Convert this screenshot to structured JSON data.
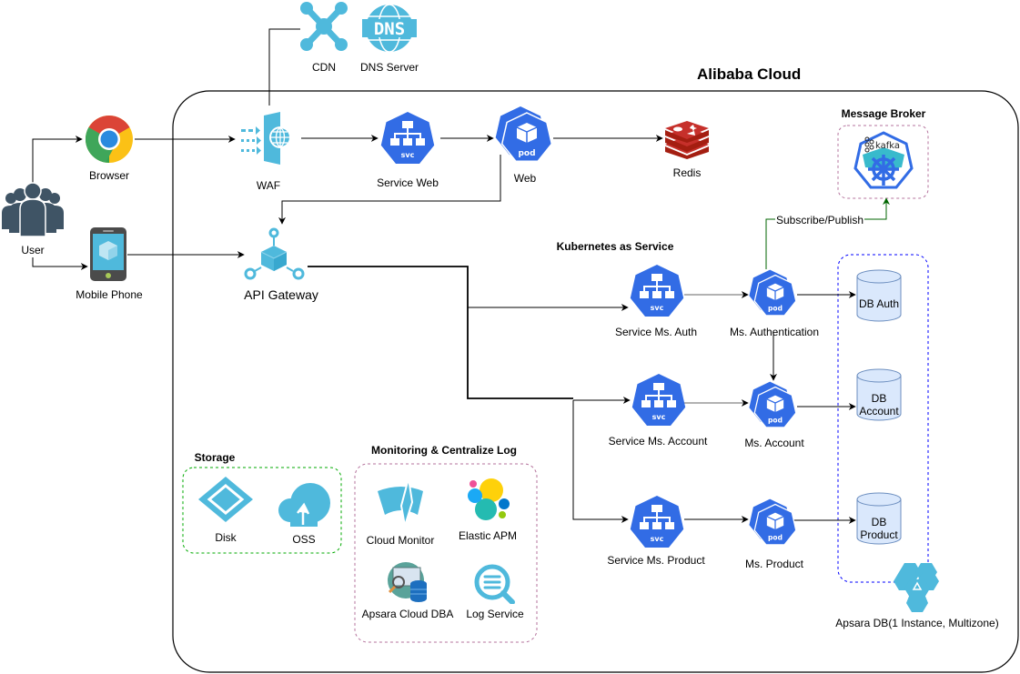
{
  "cloud": {
    "title": "Alibaba Cloud"
  },
  "external": {
    "user": "User",
    "browser": "Browser",
    "mobile": "Mobile Phone",
    "cdn": "CDN",
    "dns": "DNS Server"
  },
  "edge": {
    "waf": "WAF",
    "api_gateway": "API Gateway",
    "service_web": "Service Web",
    "web": "Web",
    "redis": "Redis"
  },
  "broker": {
    "title": "Message Broker",
    "edge_label": "Subscribe/Publish",
    "kafka_text": "kafka"
  },
  "k8s": {
    "title": "Kubernetes as Service",
    "svc_badge": "svc",
    "pod_badge": "pod",
    "services": [
      "Service Ms. Auth",
      "Service Ms. Account",
      "Service Ms. Product"
    ],
    "pods": [
      "Ms. Authentication",
      "Ms. Account",
      "Ms. Product"
    ]
  },
  "databases": {
    "items": [
      {
        "line1": "DB Auth",
        "line2": ""
      },
      {
        "line1": "DB",
        "line2": "Account"
      },
      {
        "line1": "DB",
        "line2": "Product"
      }
    ],
    "group_label": "Apsara DB(1 Instance, Multizone)"
  },
  "storage": {
    "title": "Storage",
    "items": [
      "Disk",
      "OSS"
    ]
  },
  "monitoring": {
    "title": "Monitoring & Centralize Log",
    "items": [
      "Cloud Monitor",
      "Elastic APM",
      "Apsara Cloud DBA",
      "Log Service"
    ]
  },
  "colors": {
    "k8s_blue": "#326ce5",
    "aliyun_cyan": "#4fb9dc",
    "redis_red": "#c6302b",
    "user_slate": "#3f5465",
    "green_line": "#006600",
    "db_fill": "#dae8fc",
    "db_stroke": "#6c8ebf"
  }
}
